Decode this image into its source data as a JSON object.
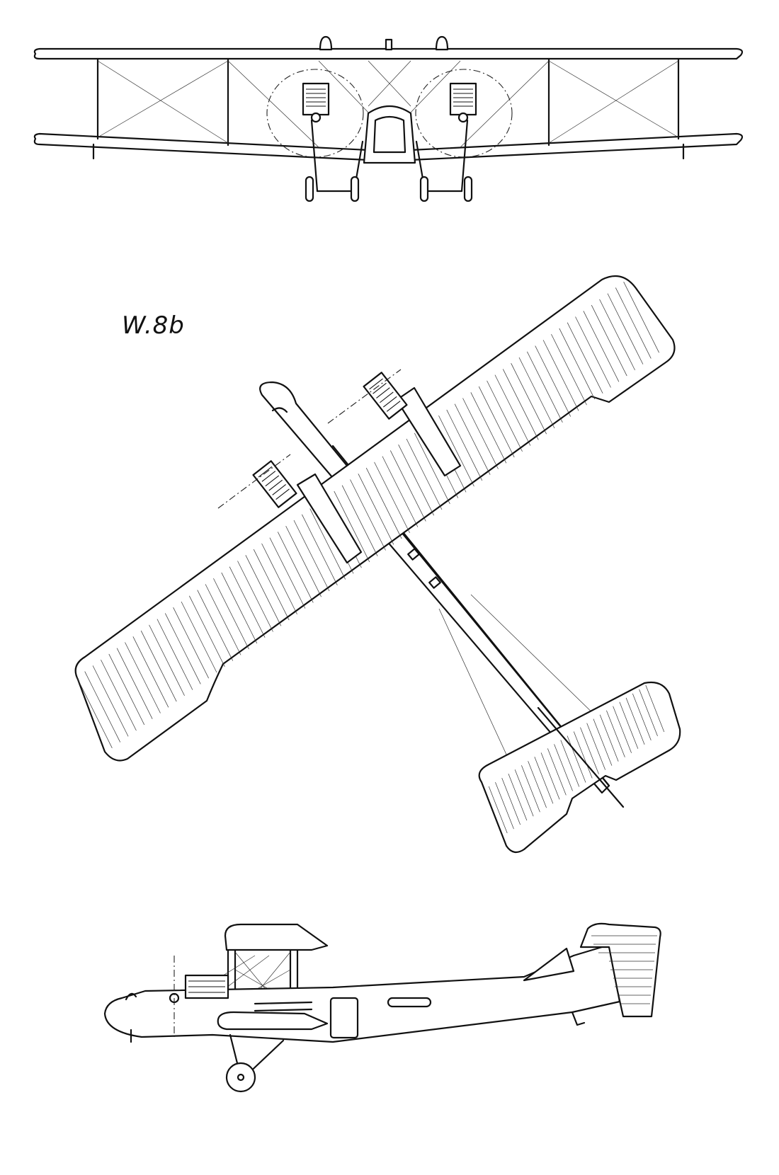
{
  "drawing": {
    "designation": "W.8b",
    "views": [
      "front-view",
      "plan-view",
      "side-view"
    ],
    "line_color": "#111111",
    "background": "#ffffff"
  }
}
